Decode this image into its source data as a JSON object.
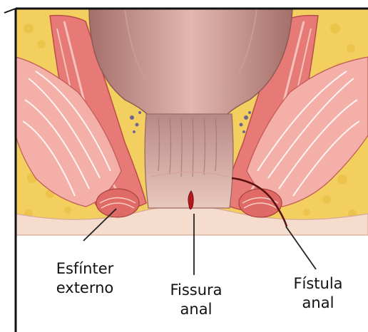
{
  "labels": {
    "external_sphincter": {
      "line1": "Esfínter",
      "line2": "externo"
    },
    "anal_fissure": {
      "line1": "Fissura",
      "line2": "anal"
    },
    "anal_fistula": {
      "line1": "Fístula",
      "line2": "anal"
    }
  },
  "colors": {
    "fat": "#f2cf5e",
    "muscle": "#e77a76",
    "muscle_light": "#f4aca5",
    "rectum": "#b98580",
    "rectum_light": "#e3b7b0",
    "skin": "#f5d9c9",
    "fissure": "#b2181c",
    "frame": "#111111"
  }
}
